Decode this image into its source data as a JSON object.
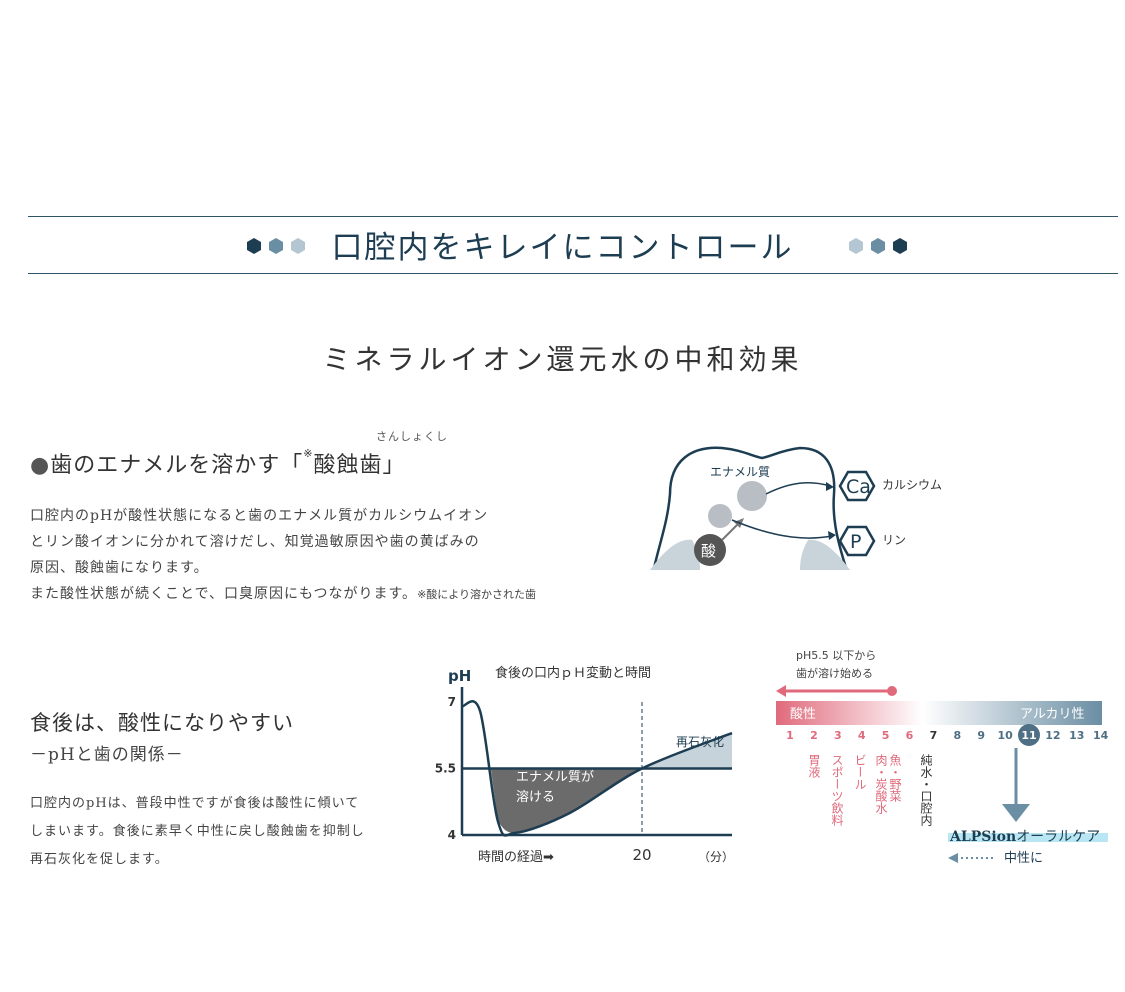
{
  "colors": {
    "navy": "#1d3d52",
    "accent_blue": "#6a8ea3",
    "acid_pink": "#e06a7c",
    "alkaline_blue": "#6a8ea3",
    "dark_gray": "#555555"
  },
  "header": {
    "title": "口腔内をキレイにコントロール"
  },
  "subtitle": "ミネラルイオン還元水の中和効果",
  "section1": {
    "bullet": "●",
    "heading_main": "歯のエナメルを溶かす「",
    "heading_mark": "※",
    "heading_term": "酸蝕歯",
    "heading_close": "」",
    "ruby": "さんしょくし",
    "paragraph_lines": [
      "口腔内のpHが酸性状態になると歯のエナメル質がカルシウムイオン",
      "とリン酸イオンに分かれて溶けだし、知覚過敏原因や歯の黄ばみの",
      "原因、酸蝕歯になります。"
    ],
    "last_line": "また酸性状態が続くことで、口臭原因にもつながります。",
    "footnote": "※酸により溶かされた歯"
  },
  "tooth_diagram": {
    "enamel_label": "エナメル質",
    "acid_label": "酸",
    "ca_symbol": "Ca",
    "ca_label": "カルシウム",
    "p_symbol": "P",
    "p_label": "リン"
  },
  "section2": {
    "heading": "食後は、酸性になりやすい",
    "subheading": "－pHと歯の関係－",
    "paragraph_lines": [
      "口腔内のpHは、普段中性ですが食後は酸性に傾いて",
      "しまいます。食後に素早く中性に戻し酸蝕歯を抑制し",
      "再石灰化を促します。"
    ]
  },
  "chart_data": {
    "type": "line",
    "title": "食後の口内ｐＨ変動と時間",
    "ylabel": "pH",
    "xlabel": "時間の経過➡",
    "xunit": "（分）",
    "ytick_labels": [
      "7",
      "5.5",
      "4"
    ],
    "xtick_labels": [
      "20"
    ],
    "ylim": [
      4,
      7
    ],
    "threshold": 5.5,
    "series": [
      {
        "values": [
          [
            0,
            6.9
          ],
          [
            2,
            6.8
          ],
          [
            4,
            4.3
          ],
          [
            6,
            4.05
          ],
          [
            12,
            4.5
          ],
          [
            20,
            5.5
          ],
          [
            30,
            6.3
          ]
        ]
      }
    ],
    "region_labels": {
      "dissolve_line1": "エナメル質が",
      "dissolve_line2": "溶ける",
      "remineral": "再石灰化"
    }
  },
  "ph_scale": {
    "note_line1": "pH5.5 以下から",
    "note_line2": "歯が溶け始める",
    "acid_label": "酸性",
    "alkali_label": "アルカリ性",
    "numbers": [
      "1",
      "2",
      "3",
      "4",
      "5",
      "6",
      "7",
      "8",
      "9",
      "10",
      "11",
      "12",
      "13",
      "14"
    ],
    "highlight": "11",
    "item_stomach": "胃液",
    "item_sports": "スポーツ飲料",
    "item_beer": "ビール",
    "item_food_1": "魚・野菜",
    "item_food_2": "肉・炭酸水",
    "item_water": "純水・口腔内",
    "product": "ALPSion",
    "product_suffix": "オーラルケア",
    "neutral_label": "中性に"
  }
}
